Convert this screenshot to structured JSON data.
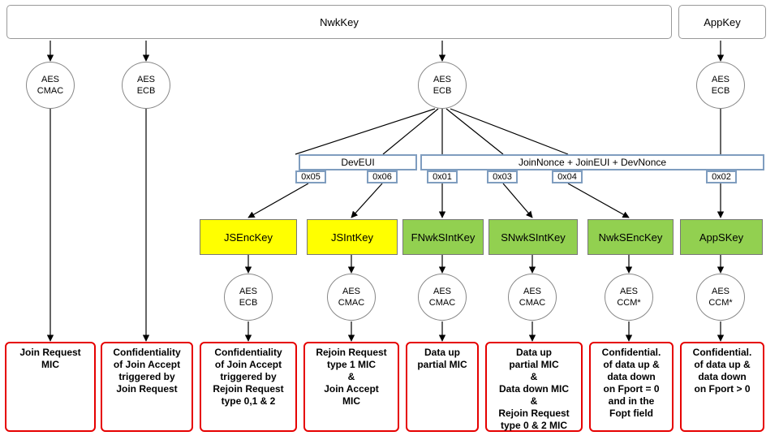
{
  "top_keys": {
    "nwk_key": "NwkKey",
    "app_key": "AppKey"
  },
  "circles": {
    "c1": {
      "line1": "AES",
      "line2": "CMAC"
    },
    "c2": {
      "line1": "AES",
      "line2": "ECB"
    },
    "c3": {
      "line1": "AES",
      "line2": "ECB"
    },
    "c4": {
      "line1": "AES",
      "line2": "ECB"
    },
    "c5": {
      "line1": "AES",
      "line2": "ECB"
    },
    "c6": {
      "line1": "AES",
      "line2": "CMAC"
    },
    "c7": {
      "line1": "AES",
      "line2": "CMAC"
    },
    "c8": {
      "line1": "AES",
      "line2": "CMAC"
    },
    "c9": {
      "line1": "AES",
      "line2": "CCM*"
    },
    "c10": {
      "line1": "AES",
      "line2": "CCM*"
    }
  },
  "inputs": {
    "dev_eui": "DevEUI",
    "join_nonce": "JoinNonce + JoinEUI + DevNonce"
  },
  "codes": {
    "c05": "0x05",
    "c06": "0x06",
    "c01": "0x01",
    "c03": "0x03",
    "c04": "0x04",
    "c02": "0x02"
  },
  "derived_keys": {
    "js_enc": "JSEncKey",
    "js_int": "JSIntKey",
    "fnwk": "FNwkSIntKey",
    "snwk": "SNwkSIntKey",
    "nwks_enc": "NwkSEncKey",
    "apps": "AppSKey"
  },
  "outputs": {
    "o1": "Join Request\nMIC",
    "o2": "Confidentiality\nof Join Accept\ntriggered by\nJoin Request",
    "o3": "Confidentiality\nof Join Accept\ntriggered by\nRejoin Request\ntype 0,1 & 2",
    "o4": "Rejoin Request\ntype 1 MIC\n&\nJoin Accept\nMIC",
    "o5": "Data up\npartial MIC",
    "o6": "Data up\npartial MIC\n&\nData down MIC\n&\nRejoin Request\ntype 0 & 2 MIC",
    "o7": "Confidential.\nof data up &\ndata down\non Fport = 0\nand in the\nFopt field",
    "o8": "Confidential.\nof data up &\ndata down\non Fport > 0"
  },
  "colors": {
    "derived_key_yellow": "#ffff00",
    "derived_key_green": "#92d050",
    "output_border": "#e60000",
    "input_border": "#7f9dbf"
  }
}
